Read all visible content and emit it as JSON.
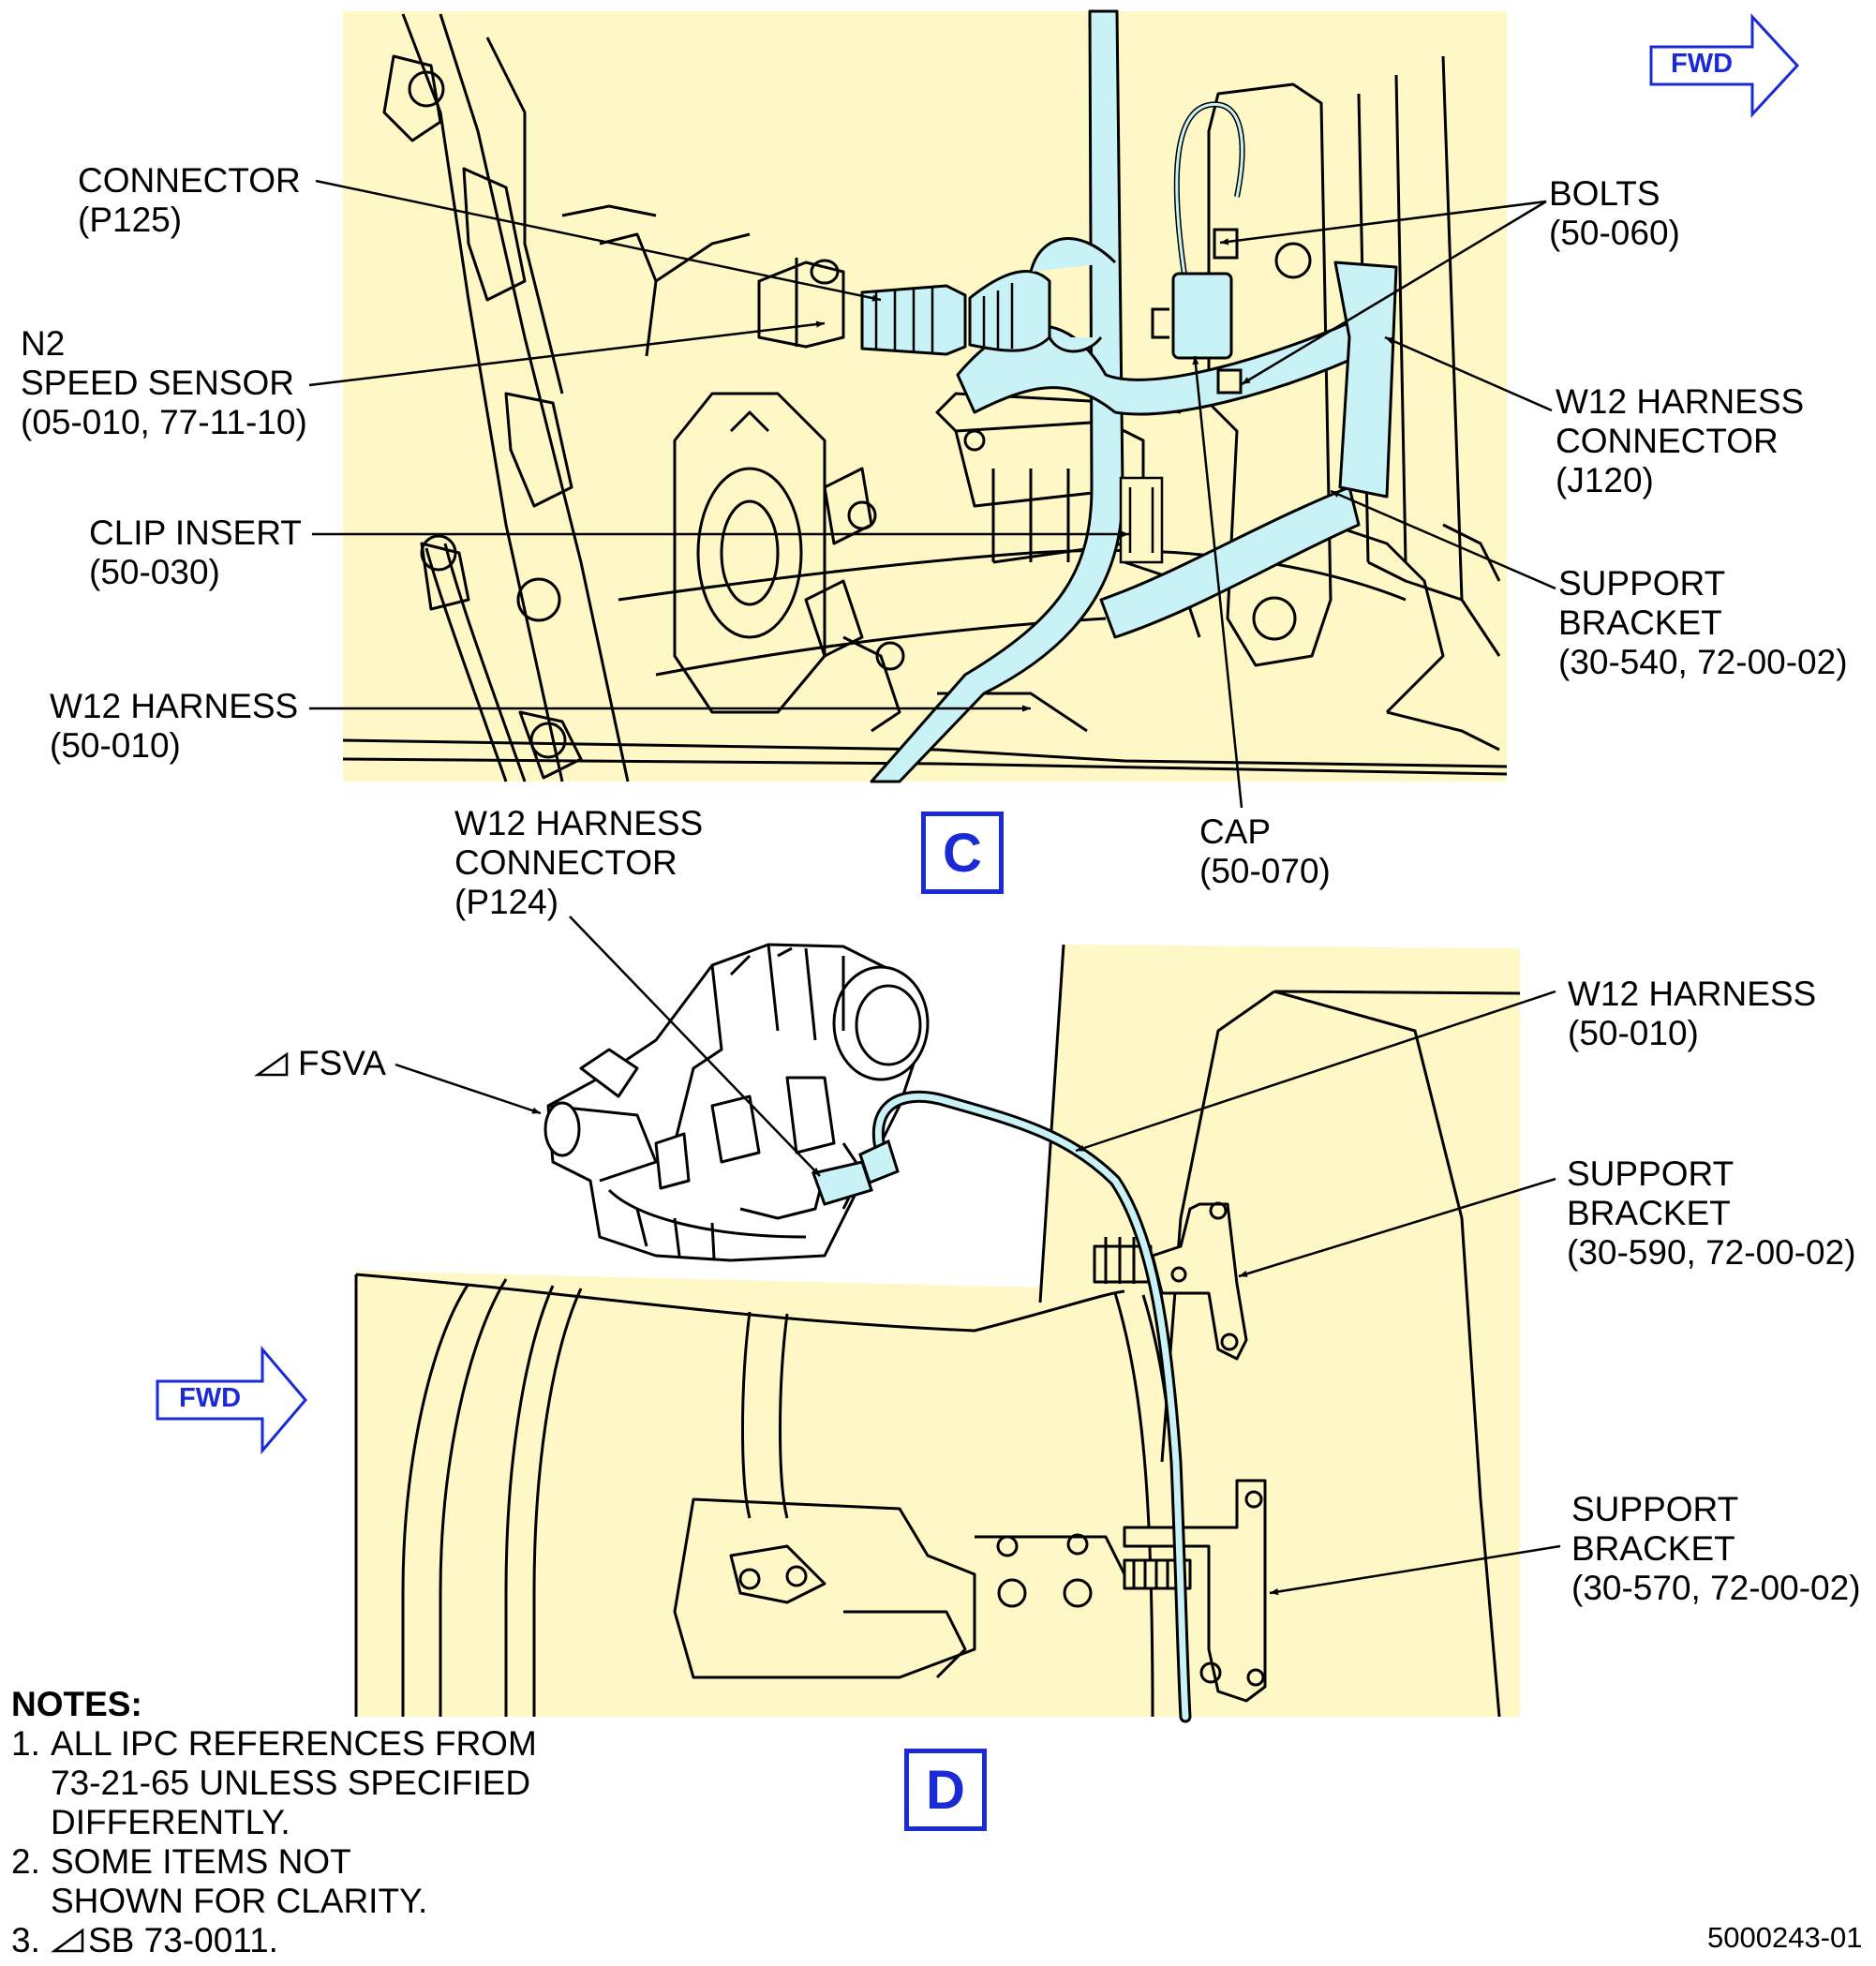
{
  "colors": {
    "background": "#fdf8c6",
    "harness": "#c8f2f5",
    "view_marker": "#1a2bd6",
    "line": "#000000"
  },
  "fwd_arrow_label": "FWD",
  "view_c": {
    "marker": "C",
    "callouts": {
      "connector_p125": [
        "CONNECTOR",
        "(P125)"
      ],
      "n2_speed_sensor": [
        "N2",
        "SPEED SENSOR",
        "(05-010, 77-11-10)"
      ],
      "clip_insert": [
        "CLIP INSERT",
        "(50-030)"
      ],
      "w12_harness": [
        "W12 HARNESS",
        "(50-010)"
      ],
      "bolts": [
        "BOLTS",
        "(50-060)"
      ],
      "w12_connector_j120": [
        "W12 HARNESS",
        "CONNECTOR",
        "(J120)"
      ],
      "support_bracket": [
        "SUPPORT",
        "BRACKET",
        "(30-540, 72-00-02)"
      ],
      "cap": [
        "CAP",
        "(50-070)"
      ]
    }
  },
  "view_d": {
    "marker": "D",
    "callouts": {
      "w12_connector_p124": [
        "W12 HARNESS",
        "CONNECTOR",
        "(P124)"
      ],
      "fsva": "FSVA",
      "w12_harness": [
        "W12 HARNESS",
        "(50-010)"
      ],
      "support_bracket_590": [
        "SUPPORT",
        "BRACKET",
        "(30-590, 72-00-02)"
      ],
      "support_bracket_570": [
        "SUPPORT",
        "BRACKET",
        "(30-570, 72-00-02)"
      ]
    }
  },
  "notes": {
    "title": "NOTES:",
    "items": [
      {
        "num": "1.",
        "lines": [
          "ALL IPC REFERENCES FROM",
          "73-21-65 UNLESS SPECIFIED",
          "DIFFERENTLY."
        ]
      },
      {
        "num": "2.",
        "lines": [
          "SOME ITEMS NOT",
          "SHOWN FOR CLARITY."
        ]
      },
      {
        "num": "3.",
        "lines": [
          "SB 73-0011."
        ]
      }
    ]
  },
  "document_number": "5000243-01"
}
